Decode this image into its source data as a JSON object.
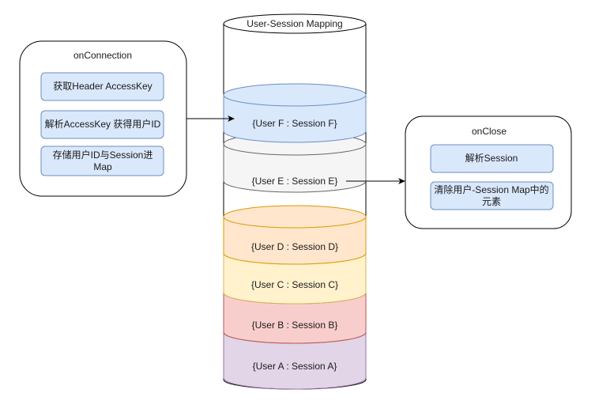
{
  "cylinder": {
    "title": "User-Session Mapping",
    "entries": [
      {
        "label": "{User F : Session F}",
        "fill": "#dae8fc",
        "stroke": "#6c8ebf"
      },
      {
        "label": "{User E : Session E}",
        "fill": "#f5f5f5",
        "stroke": "#666666"
      },
      {
        "label": "{User D : Session D}",
        "fill": "#ffe6cc",
        "stroke": "#d79b00"
      },
      {
        "label": "{User C : Session C}",
        "fill": "#fff2cc",
        "stroke": "#d6b656"
      },
      {
        "label": "{User B : Session B}",
        "fill": "#f8cecc",
        "stroke": "#b85450"
      },
      {
        "label": "{User A : Session A}",
        "fill": "#e1d5e7",
        "stroke": "#9673a6"
      }
    ]
  },
  "onConnection": {
    "title": "onConnection",
    "steps": [
      {
        "line1": "获取Header AccessKey",
        "line2": ""
      },
      {
        "line1": "解析AccessKey 获得用户ID",
        "line2": ""
      },
      {
        "line1": "存储用户ID与Session进",
        "line2": "Map"
      }
    ]
  },
  "onClose": {
    "title": "onClose",
    "steps": [
      {
        "line1": "解析Session",
        "line2": ""
      },
      {
        "line1": "清除用户-Session Map中的",
        "line2": "元素"
      }
    ]
  },
  "colors": {
    "step_fill": "#dae8fc",
    "step_stroke": "#6c8ebf",
    "outline": "#000000"
  }
}
